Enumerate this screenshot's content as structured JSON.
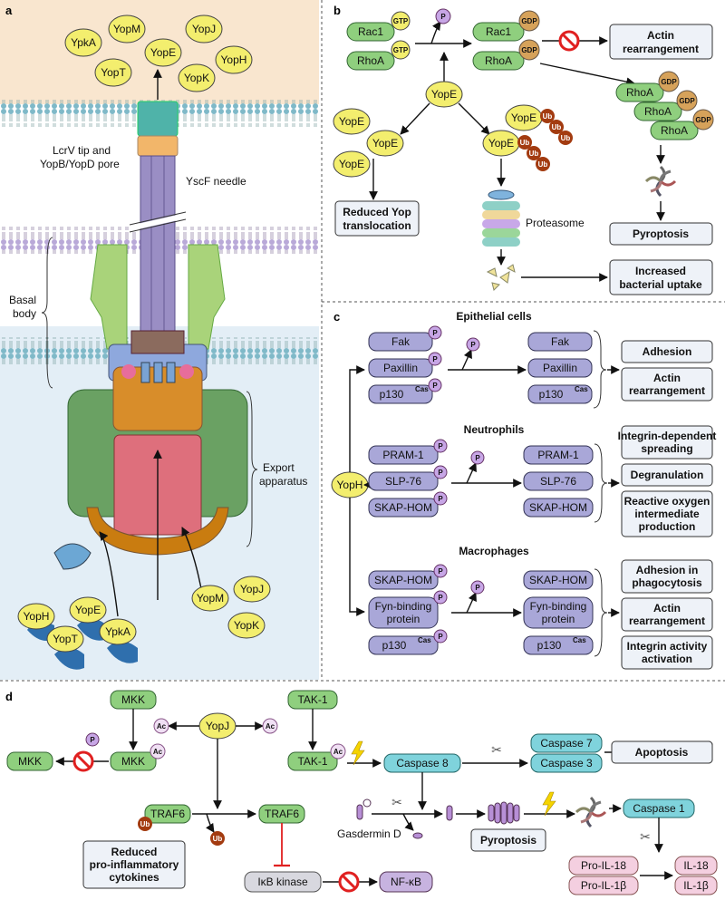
{
  "panels": {
    "a": "a",
    "b": "b",
    "c": "c",
    "d": "d"
  },
  "a": {
    "top_yops": [
      "YpkA",
      "YopM",
      "YopJ",
      "YopE",
      "YopT",
      "YopK",
      "YopH"
    ],
    "tip_label_1": "LcrV tip and",
    "tip_label_2": "YopB/YopD pore",
    "needle_label": "YscF needle",
    "basal_1": "Basal",
    "basal_2": "body",
    "export_1": "Export",
    "export_2": "apparatus",
    "bottom_left_yops": [
      "YopH",
      "YopE",
      "YopT",
      "YpkA"
    ],
    "bottom_right_yops": [
      "YopM",
      "YopJ",
      "YopK"
    ]
  },
  "b": {
    "rac1": "Rac1",
    "rhoa": "RhoA",
    "gtp": "GTP",
    "gdp": "GDP",
    "p": "P",
    "yope": "YopE",
    "ub": "Ub",
    "actin_1": "Actin",
    "actin_2": "rearrangement",
    "reduced_1": "Reduced Yop",
    "reduced_2": "translocation",
    "proteasome": "Proteasome",
    "pyroptosis": "Pyroptosis",
    "uptake_1": "Increased",
    "uptake_2": "bacterial uptake"
  },
  "c": {
    "epithelial": "Epithelial cells",
    "neutrophils": "Neutrophils",
    "macrophages": "Macrophages",
    "yoph": "YopH",
    "p": "P",
    "p130": "p130",
    "cas": "Cas",
    "epi_proteins": [
      "Fak",
      "Paxillin"
    ],
    "neu_proteins": [
      "PRAM-1",
      "SLP-76",
      "SKAP-HOM"
    ],
    "mac_proteins": [
      "SKAP-HOM"
    ],
    "fyn_1": "Fyn-binding",
    "fyn_2": "protein",
    "adhesion": "Adhesion",
    "actin_1": "Actin",
    "actin_2": "rearrangement",
    "integrin_1": "Integrin-dependent",
    "integrin_2": "spreading",
    "degranulation": "Degranulation",
    "ros_1": "Reactive oxygen",
    "ros_2": "intermediate",
    "ros_3": "production",
    "phago_1": "Adhesion in",
    "phago_2": "phagocytosis",
    "intact_1": "Integrin activity",
    "intact_2": "activation"
  },
  "d": {
    "mkk": "MKK",
    "yopj": "YopJ",
    "tak1": "TAK-1",
    "ac": "Ac",
    "p": "P",
    "ub": "Ub",
    "traf6": "TRAF6",
    "casp8": "Caspase 8",
    "casp7": "Caspase 7",
    "casp3": "Caspase 3",
    "casp1": "Caspase 1",
    "apoptosis": "Apoptosis",
    "gasdermin": "Gasdermin D",
    "pyroptosis": "Pyroptosis",
    "reduced_1": "Reduced",
    "reduced_2": "pro-inflammatory",
    "reduced_3": "cytokines",
    "ikb": "IκB kinase",
    "nfkb": "NF-κB",
    "proil18": "Pro-IL-18",
    "proil1b": "Pro-IL-1β",
    "il18": "IL-18",
    "il1b": "IL-1β"
  },
  "colors": {
    "yop_yellow": "#f3ee6e",
    "needle_purple": "#9a8ec4",
    "green_pill": "#8fcf7e",
    "purple_pill": "#a9a7d8",
    "cyan_pill": "#7fd3dc",
    "pink_pill": "#f4cfe0",
    "ub_brown": "#a33b10",
    "gdp_tan": "#d6a25a"
  }
}
